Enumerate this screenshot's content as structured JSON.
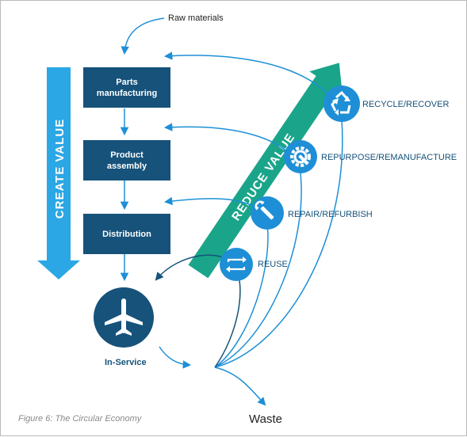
{
  "raw_materials": "Raw materials",
  "create_value": "CREATE VALUE",
  "reduce_value": "REDUCE VALUE",
  "boxes": [
    "Parts\nmanufacturing",
    "Product\nassembly",
    "Distribution"
  ],
  "in_service": "In-Service",
  "loops": [
    "RECYCLE/RECOVER",
    "REPURPOSE/REMANUFACTURE",
    "REPAIR/REFURBISH",
    "REUSE"
  ],
  "waste": "Waste",
  "caption": "Figure 6: The Circular Economy",
  "icons": [
    "recycle-icon",
    "gear-icon",
    "wrench-icon",
    "reuse-arrows-icon",
    "airplane-icon"
  ],
  "colors": {
    "navy": "#16527a",
    "blue": "#1e8fd6",
    "arrow_blue": "#2aa7e4",
    "teal": "#1aa58a"
  }
}
